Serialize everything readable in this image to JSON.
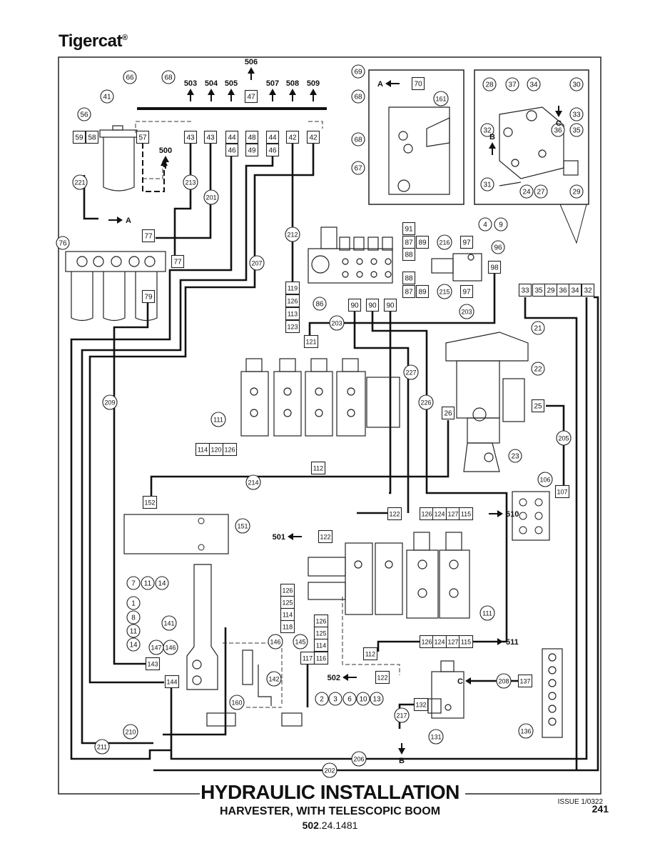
{
  "brand": "Tigercat",
  "brand_mark": "®",
  "title": "HYDRAULIC INSTALLATION",
  "subtitle": "HARVESTER, WITH TELESCOPIC BOOM",
  "part_prefix": "502",
  "part_suffix": ".24.1481",
  "issue": "ISSUE 1/0322",
  "page_number": "241",
  "detail_labels": {
    "a": "A",
    "b": "B",
    "c": "C"
  },
  "circle_labels": [
    {
      "id": "c66",
      "text": "66"
    },
    {
      "id": "c68a",
      "text": "68"
    },
    {
      "id": "c41",
      "text": "41"
    },
    {
      "id": "c69",
      "text": "69"
    },
    {
      "id": "c68b",
      "text": "68"
    },
    {
      "id": "c68c",
      "text": "68"
    },
    {
      "id": "c67",
      "text": "67"
    },
    {
      "id": "c56",
      "text": "56"
    },
    {
      "id": "c221",
      "text": "221"
    },
    {
      "id": "c213",
      "text": "213"
    },
    {
      "id": "c201",
      "text": "201"
    },
    {
      "id": "c76",
      "text": "76"
    },
    {
      "id": "c207",
      "text": "207"
    },
    {
      "id": "c212",
      "text": "212"
    },
    {
      "id": "c86",
      "text": "86"
    },
    {
      "id": "c216",
      "text": "216"
    },
    {
      "id": "c215",
      "text": "215"
    },
    {
      "id": "c4",
      "text": "4"
    },
    {
      "id": "c9",
      "text": "9"
    },
    {
      "id": "c96",
      "text": "96"
    },
    {
      "id": "c203a",
      "text": "203"
    },
    {
      "id": "c203b",
      "text": "203"
    },
    {
      "id": "c161",
      "text": "161"
    },
    {
      "id": "c28",
      "text": "28"
    },
    {
      "id": "c37",
      "text": "37"
    },
    {
      "id": "c34",
      "text": "34"
    },
    {
      "id": "c30",
      "text": "30"
    },
    {
      "id": "c32",
      "text": "32"
    },
    {
      "id": "c36",
      "text": "36"
    },
    {
      "id": "c33",
      "text": "33"
    },
    {
      "id": "c35",
      "text": "35"
    },
    {
      "id": "c31",
      "text": "31"
    },
    {
      "id": "c24",
      "text": "24"
    },
    {
      "id": "c27",
      "text": "27"
    },
    {
      "id": "c29",
      "text": "29"
    },
    {
      "id": "c21",
      "text": "21"
    },
    {
      "id": "c22",
      "text": "22"
    },
    {
      "id": "c23",
      "text": "23"
    },
    {
      "id": "c227",
      "text": "227"
    },
    {
      "id": "c226",
      "text": "226"
    },
    {
      "id": "c209",
      "text": "209"
    },
    {
      "id": "c111a",
      "text": "111"
    },
    {
      "id": "c205",
      "text": "205"
    },
    {
      "id": "c106",
      "text": "106"
    },
    {
      "id": "c214",
      "text": "214"
    },
    {
      "id": "c151",
      "text": "151"
    },
    {
      "id": "c7",
      "text": "7"
    },
    {
      "id": "c11a",
      "text": "11"
    },
    {
      "id": "c14a",
      "text": "14"
    },
    {
      "id": "c1",
      "text": "1"
    },
    {
      "id": "c8",
      "text": "8"
    },
    {
      "id": "c11b",
      "text": "11"
    },
    {
      "id": "c14b",
      "text": "14"
    },
    {
      "id": "c141",
      "text": "141"
    },
    {
      "id": "c147",
      "text": "147"
    },
    {
      "id": "c146a",
      "text": "146"
    },
    {
      "id": "c146b",
      "text": "146"
    },
    {
      "id": "c145",
      "text": "145"
    },
    {
      "id": "c142",
      "text": "142"
    },
    {
      "id": "c160",
      "text": "160"
    },
    {
      "id": "c2",
      "text": "2"
    },
    {
      "id": "c3",
      "text": "3"
    },
    {
      "id": "c6",
      "text": "6"
    },
    {
      "id": "c10",
      "text": "10"
    },
    {
      "id": "c13",
      "text": "13"
    },
    {
      "id": "c111b",
      "text": "111"
    },
    {
      "id": "c208",
      "text": "208"
    },
    {
      "id": "c217",
      "text": "217"
    },
    {
      "id": "c131",
      "text": "131"
    },
    {
      "id": "c136",
      "text": "136"
    },
    {
      "id": "c210",
      "text": "210"
    },
    {
      "id": "c211",
      "text": "211"
    },
    {
      "id": "c206",
      "text": "206"
    },
    {
      "id": "c202",
      "text": "202"
    }
  ],
  "box_labels": [
    {
      "id": "b59",
      "text": "59"
    },
    {
      "id": "b58",
      "text": "58"
    },
    {
      "id": "b57",
      "text": "57"
    },
    {
      "id": "b43a",
      "text": "43"
    },
    {
      "id": "b43b",
      "text": "43"
    },
    {
      "id": "b44a",
      "text": "44"
    },
    {
      "id": "b46a",
      "text": "46"
    },
    {
      "id": "b47",
      "text": "47"
    },
    {
      "id": "b48",
      "text": "48"
    },
    {
      "id": "b49",
      "text": "49"
    },
    {
      "id": "b44b",
      "text": "44"
    },
    {
      "id": "b46b",
      "text": "46"
    },
    {
      "id": "b42a",
      "text": "42"
    },
    {
      "id": "b42b",
      "text": "42"
    },
    {
      "id": "b70",
      "text": "70"
    },
    {
      "id": "b77a",
      "text": "77"
    },
    {
      "id": "b77b",
      "text": "77"
    },
    {
      "id": "b79",
      "text": "79"
    },
    {
      "id": "b91",
      "text": "91"
    },
    {
      "id": "b87a",
      "text": "87"
    },
    {
      "id": "b89a",
      "text": "89"
    },
    {
      "id": "b88a",
      "text": "88"
    },
    {
      "id": "b97a",
      "text": "97"
    },
    {
      "id": "b88b",
      "text": "88"
    },
    {
      "id": "b87b",
      "text": "87"
    },
    {
      "id": "b89b",
      "text": "89"
    },
    {
      "id": "b97b",
      "text": "97"
    },
    {
      "id": "b98",
      "text": "98"
    },
    {
      "id": "b119",
      "text": "119"
    },
    {
      "id": "b126a",
      "text": "126"
    },
    {
      "id": "b113",
      "text": "113"
    },
    {
      "id": "b123",
      "text": "123"
    },
    {
      "id": "b90a",
      "text": "90"
    },
    {
      "id": "b90b",
      "text": "90"
    },
    {
      "id": "b90c",
      "text": "90"
    },
    {
      "id": "b121",
      "text": "121"
    },
    {
      "id": "b33",
      "text": "33"
    },
    {
      "id": "b35",
      "text": "35"
    },
    {
      "id": "b29",
      "text": "29"
    },
    {
      "id": "b36",
      "text": "36"
    },
    {
      "id": "b34",
      "text": "34"
    },
    {
      "id": "b32",
      "text": "32"
    },
    {
      "id": "b26",
      "text": "26"
    },
    {
      "id": "b25",
      "text": "25"
    },
    {
      "id": "b114a",
      "text": "114"
    },
    {
      "id": "b120",
      "text": "120"
    },
    {
      "id": "b126b",
      "text": "126"
    },
    {
      "id": "b112a",
      "text": "112"
    },
    {
      "id": "b152",
      "text": "152"
    },
    {
      "id": "b107",
      "text": "107"
    },
    {
      "id": "b122a",
      "text": "122"
    },
    {
      "id": "b126c",
      "text": "126"
    },
    {
      "id": "b124a",
      "text": "124"
    },
    {
      "id": "b127a",
      "text": "127"
    },
    {
      "id": "b115a",
      "text": "115"
    },
    {
      "id": "b122b",
      "text": "122"
    },
    {
      "id": "b126d",
      "text": "126"
    },
    {
      "id": "b125a",
      "text": "125"
    },
    {
      "id": "b114b",
      "text": "114"
    },
    {
      "id": "b118",
      "text": "118"
    },
    {
      "id": "b126e",
      "text": "126"
    },
    {
      "id": "b125b",
      "text": "125"
    },
    {
      "id": "b114c",
      "text": "114"
    },
    {
      "id": "b117",
      "text": "117"
    },
    {
      "id": "b116",
      "text": "116"
    },
    {
      "id": "b126f",
      "text": "126"
    },
    {
      "id": "b124b",
      "text": "124"
    },
    {
      "id": "b127b",
      "text": "127"
    },
    {
      "id": "b115b",
      "text": "115"
    },
    {
      "id": "b112b",
      "text": "112"
    },
    {
      "id": "b122c",
      "text": "122"
    },
    {
      "id": "b143",
      "text": "143"
    },
    {
      "id": "b144",
      "text": "144"
    },
    {
      "id": "b137",
      "text": "137"
    },
    {
      "id": "b132",
      "text": "132"
    }
  ],
  "arrow_labels": [
    {
      "id": "a503",
      "text": "503"
    },
    {
      "id": "a504",
      "text": "504"
    },
    {
      "id": "a505",
      "text": "505"
    },
    {
      "id": "a506",
      "text": "506"
    },
    {
      "id": "a507",
      "text": "507"
    },
    {
      "id": "a508",
      "text": "508"
    },
    {
      "id": "a509",
      "text": "509"
    },
    {
      "id": "a500",
      "text": "500"
    },
    {
      "id": "aA",
      "text": "A"
    },
    {
      "id": "aA2",
      "text": "A"
    },
    {
      "id": "aB",
      "text": "B"
    },
    {
      "id": "aC",
      "text": "C"
    },
    {
      "id": "a510",
      "text": "510"
    },
    {
      "id": "a501",
      "text": "501"
    },
    {
      "id": "a511",
      "text": "511"
    },
    {
      "id": "a502",
      "text": "502"
    },
    {
      "id": "aC2",
      "text": "C"
    },
    {
      "id": "aB2",
      "text": "B"
    }
  ]
}
